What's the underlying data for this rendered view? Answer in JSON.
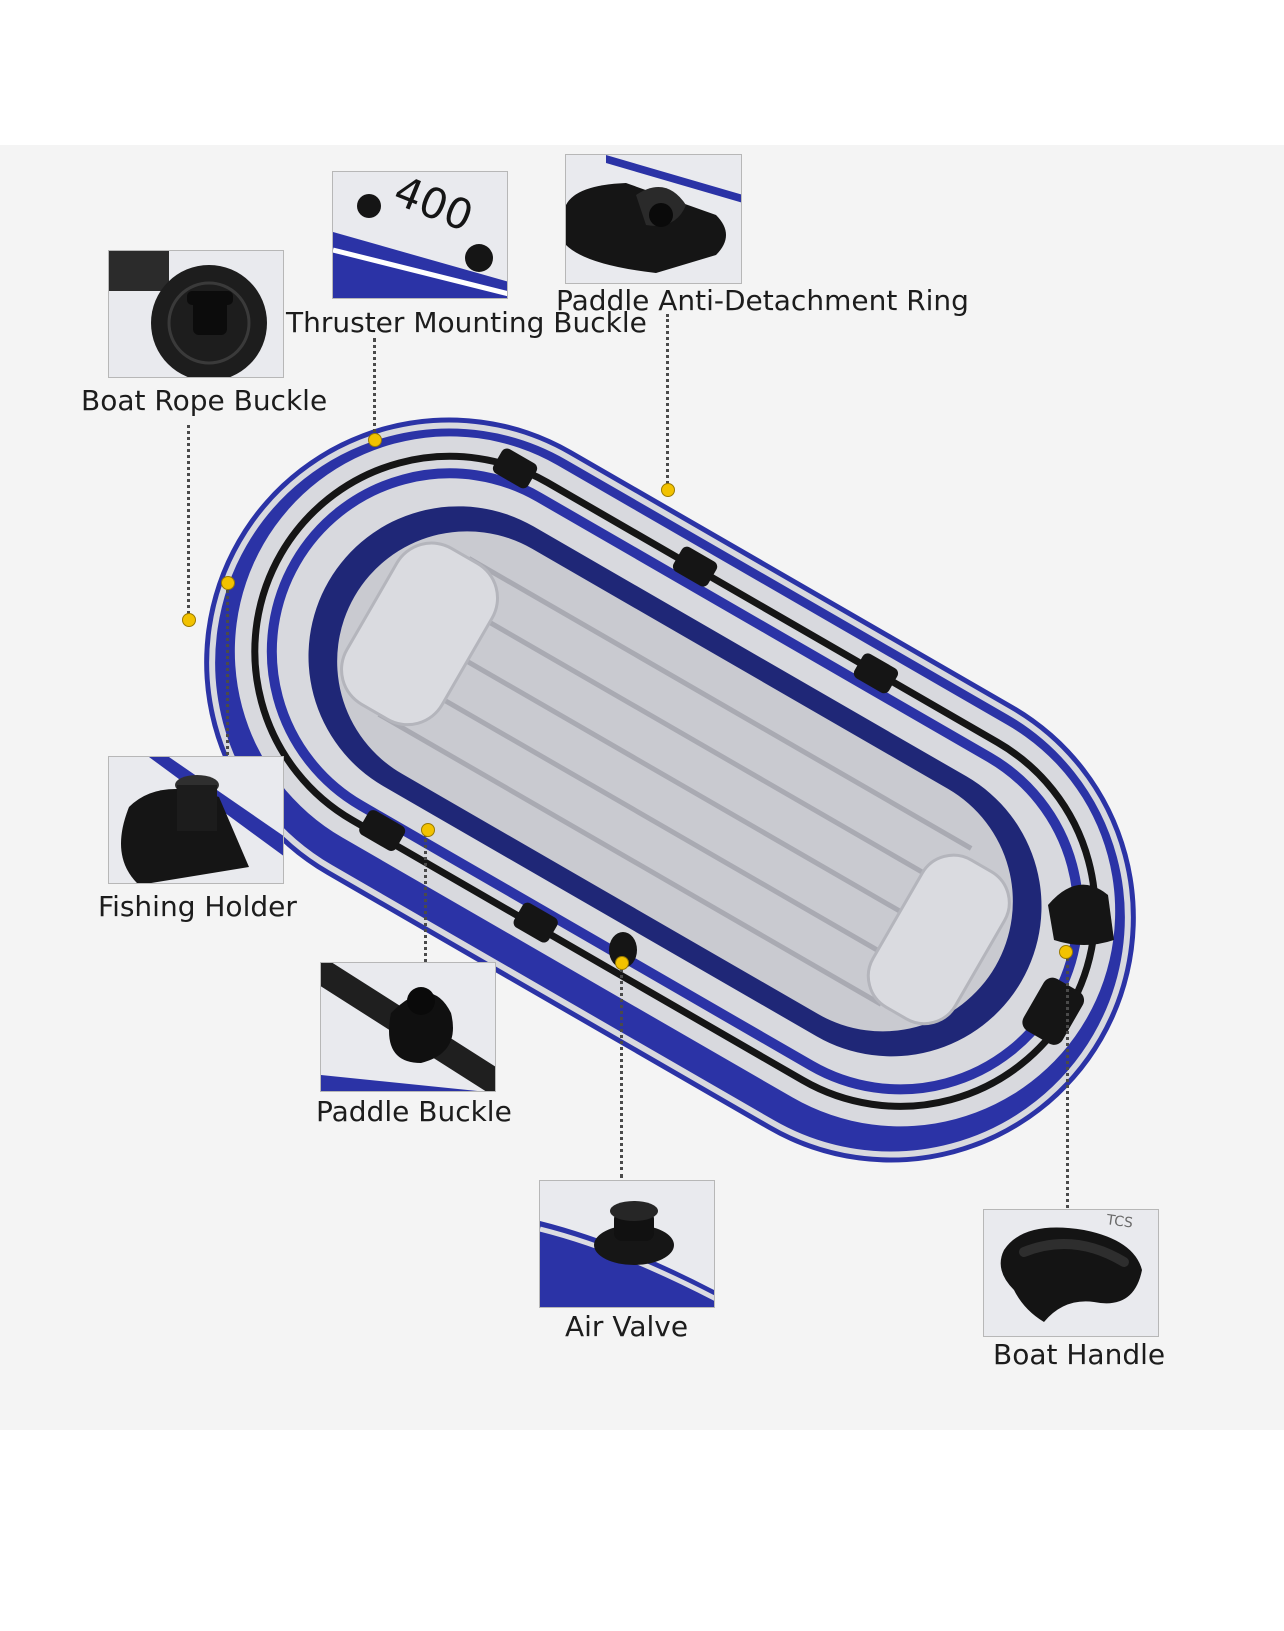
{
  "labels": {
    "boat_rope_buckle": "Boat Rope Buckle",
    "thruster_mounting_buckle": "Thruster Mounting Buckle",
    "paddle_anti_detachment_ring": "Paddle Anti-Detachment Ring",
    "fishing_holder": "Fishing Holder",
    "paddle_buckle": "Paddle Buckle",
    "air_valve": "Air Valve",
    "boat_handle": "Boat Handle"
  },
  "thumb_text": {
    "model_number": "400",
    "handle_partial_text": "TCS"
  },
  "colors": {
    "hull_blue": "#2b33a6",
    "hull_grey": "#d8d9de",
    "floor_grey": "#c9cad0",
    "fitting_black": "#151515",
    "marker_yellow": "#f2c200"
  }
}
